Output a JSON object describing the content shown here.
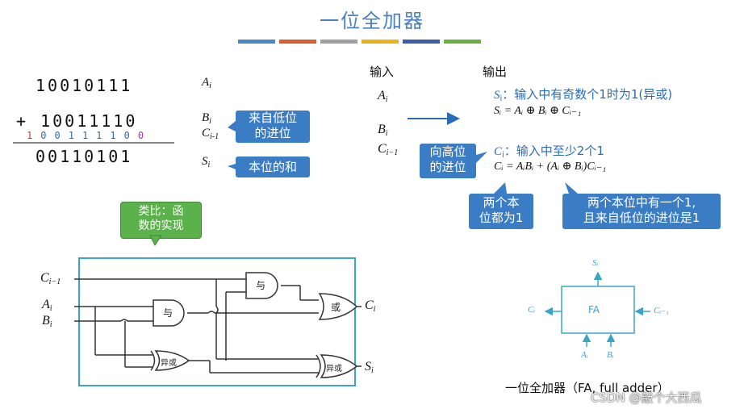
{
  "title": "一位全加器",
  "color_bars": [
    "#4a86c6",
    "#d9602e",
    "#a0a0a0",
    "#e8b417",
    "#3f5ea8",
    "#6ab23e"
  ],
  "addition": {
    "operand_a": "10010111",
    "operand_b": "+ 10011110",
    "carry_digits": [
      "1",
      "0",
      "0",
      "1",
      "1",
      "1",
      "1",
      "0",
      "0"
    ],
    "result": "00110101"
  },
  "left_labels": {
    "ai": "A",
    "ai_sub": "i",
    "bi": "B",
    "bi_sub": "i",
    "ci": "C",
    "ci_sub": "i-1",
    "si": "S",
    "si_sub": "i"
  },
  "callouts": {
    "low_carry": "来自低位\n的进位",
    "sum_bit": "本位的和",
    "analogy": "类比：函\n数的实现",
    "high_carry": "向高位\n的进位",
    "both_one": "两个本\n位都为1",
    "one_and_carry": "两个本位中有一个1,\n且来自低位的进位是1"
  },
  "io": {
    "input_label": "输入",
    "output_label": "输出",
    "inputs": [
      {
        "v": "A",
        "s": "i"
      },
      {
        "v": "B",
        "s": "i"
      },
      {
        "v": "C",
        "s": "i−1"
      }
    ],
    "s_desc_var": "S",
    "s_desc_sub": "i",
    "s_desc_text": "：输入中有奇数个1时为1(异或)",
    "s_formula": "Sᵢ = Aᵢ ⊕ Bᵢ ⊕ Cᵢ₋₁",
    "c_desc_var": "C",
    "c_desc_sub": "i",
    "c_desc_text": "：输入中至少2个1",
    "c_formula": "Cᵢ = AᵢBᵢ + (Aᵢ ⊕ Bᵢ)Cᵢ₋₁"
  },
  "circuit": {
    "in_c": "C",
    "in_c_sub": "i−1",
    "in_a": "A",
    "in_a_sub": "i",
    "in_b": "B",
    "in_b_sub": "i",
    "gate_and1": "与",
    "gate_and2": "与",
    "gate_xor1": "异或",
    "gate_or": "或",
    "gate_xor2": "异或",
    "out_c": "C",
    "out_c_sub": "i",
    "out_s": "S",
    "out_s_sub": "i"
  },
  "fa_block": {
    "label": "FA",
    "top": "Sᵢ",
    "left": "Cᵢ",
    "right": "Cᵢ₋₁",
    "bottom_a": "Aᵢ",
    "bottom_b": "Bᵢ",
    "caption": "一位全加器（FA, full adder）"
  },
  "watermark": "CSDN @敲个大西瓜"
}
